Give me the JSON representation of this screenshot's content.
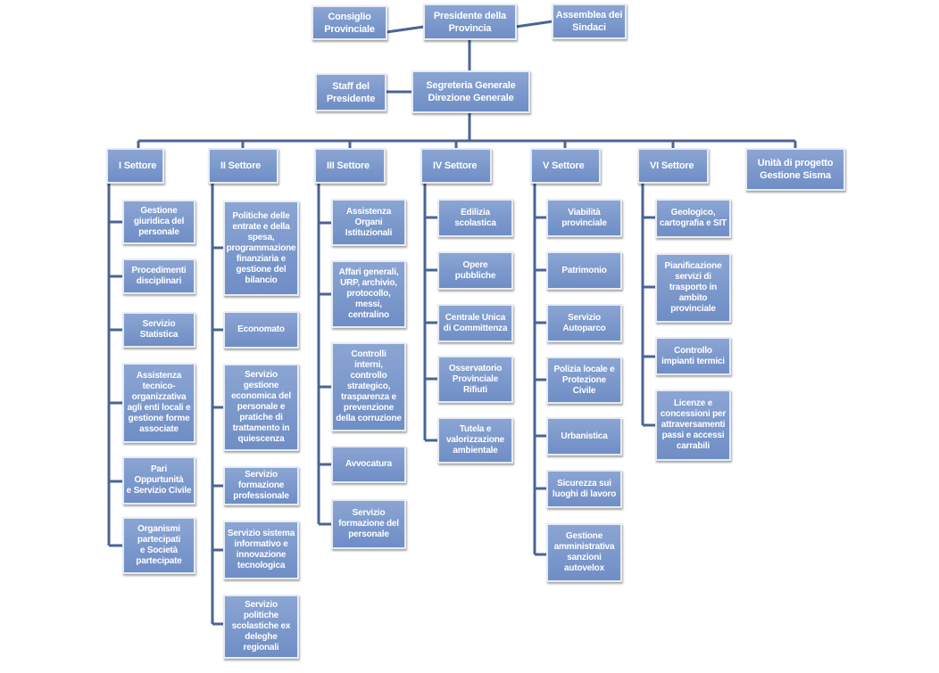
{
  "top": {
    "council": "Consiglio\nProvinciale",
    "president": "Presidente della\nProvincia",
    "assembly": "Assemblea dei\nSindaci",
    "staff": "Staff del\nPresidente",
    "secretariat": "Segreteria Generale\nDirezione Generale"
  },
  "sectors": [
    {
      "name": "I Settore",
      "units": [
        "Gestione\ngiuridica del\npersonale",
        "Procedimenti\ndisciplinari",
        "Servizio\nStatistica",
        "Assistenza\ntecnico-\norganizzativa\nagli enti locali e\ngestione forme\nassociate",
        "Pari\nOppurtunità\ne Servizio Civile",
        "Organismi\npartecipati\ne Società\npartecipate"
      ]
    },
    {
      "name": "II Settore",
      "units": [
        "Politiche delle\nentrate e della\nspesa,\nprogrammazione\nfinanziaria e\ngestione del\nbilancio",
        "Economato",
        "Servizio\ngestione\neconomica del\npersonale e\npratiche di\ntrattamento in\nquiescenza",
        "Servizio\nformazione\nprofessionale",
        "Servizio sistema\ninformativo e\ninnovazione\ntecnologica",
        "Servizio\npolitiche\nscolastiche ex\ndeleghe\nregionali"
      ]
    },
    {
      "name": "III Settore",
      "units": [
        "Assistenza\nOrgani\nIstituzionali",
        "Affari generali,\nURP, archivio,\nprotocollo,\nmessi,\ncentralino",
        "Controlli\ninterni,\ncontrollo\nstrategico,\ntrasparenza e\nprevenzione\ndella corruzione",
        "Avvocatura",
        "Servizio\nformazione del\npersonale"
      ]
    },
    {
      "name": "IV Settore",
      "units": [
        "Edilizia\nscolastica",
        "Opere\npubbliche",
        "Centrale Unica\ndi Committenza",
        "Osservatorio\nProvinciale\nRifiuti",
        "Tutela e\nvalorizzazione\nambientale"
      ]
    },
    {
      "name": "V Settore",
      "units": [
        "Viabilità\nprovinciale",
        "Patrimonio",
        "Servizio\nAutoparco",
        "Polizia locale e\nProtezione\nCivile",
        "Urbanistica",
        "Sicurezza sui\nluoghi di lavoro",
        "Gestione\namministrativa\nsanzioni\nautovelox"
      ]
    },
    {
      "name": "VI Settore",
      "units": [
        "Geologico,\ncartografia e SIT",
        "Pianificazione\nservizi di\ntrasporto in\nambito\nprovinciale",
        "Controllo\nimpianti termici",
        "Licenze e\nconcessioni per\nattraversamenti\npassi e accessi\ncarrabili"
      ]
    }
  ],
  "project_unit": "Unità di progetto\nGestione Sisma"
}
